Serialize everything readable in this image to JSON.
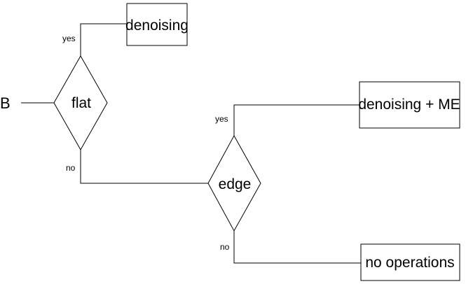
{
  "input": {
    "label": "B"
  },
  "decisions": {
    "flat": "flat",
    "edge": "edge"
  },
  "outputs": {
    "denoising": "denoising",
    "denoising_me": "denoising + ME",
    "no_operations": "no operations"
  },
  "branches": {
    "flat_yes": "yes",
    "flat_no": "no",
    "edge_yes": "yes",
    "edge_no": "no"
  },
  "colors": {
    "stroke": "#000000",
    "background": "#ffffff"
  }
}
